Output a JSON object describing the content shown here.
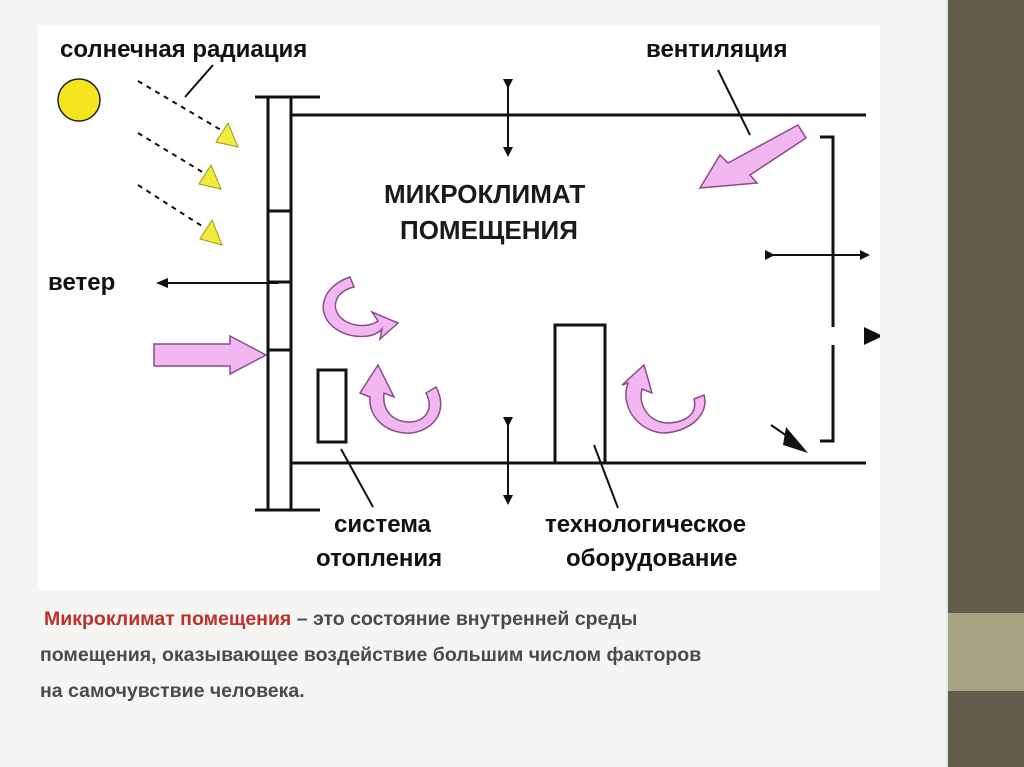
{
  "diagram": {
    "labels": {
      "solar_radiation": "солнечная радиация",
      "ventilation": "вентиляция",
      "microclimate_line1": "МИКРОКЛИМАТ",
      "microclimate_line2": "ПОМЕЩЕНИЯ",
      "wind": "ветер",
      "heating_line1": "система",
      "heating_line2": "отопления",
      "equipment_line1": "технологическое",
      "equipment_line2": "оборудование"
    },
    "colors": {
      "sun": "#f4e51f",
      "solar_arrows": "#f2ec3a",
      "flow_arrows": "#f2b6f0",
      "flow_outline": "#8a4c8a",
      "lines": "#111111"
    }
  },
  "caption": {
    "term": "Микроклимат помещения",
    "definition_part1": " – это состояние внутренней среды",
    "definition_part2": "помещения, оказывающее воздействие большим числом факторов",
    "definition_part3": "на самочувствие человека."
  },
  "theme": {
    "sidebar": "#645c4a",
    "sidebar_accent": "#a8a483",
    "term_color": "#c0302a"
  }
}
